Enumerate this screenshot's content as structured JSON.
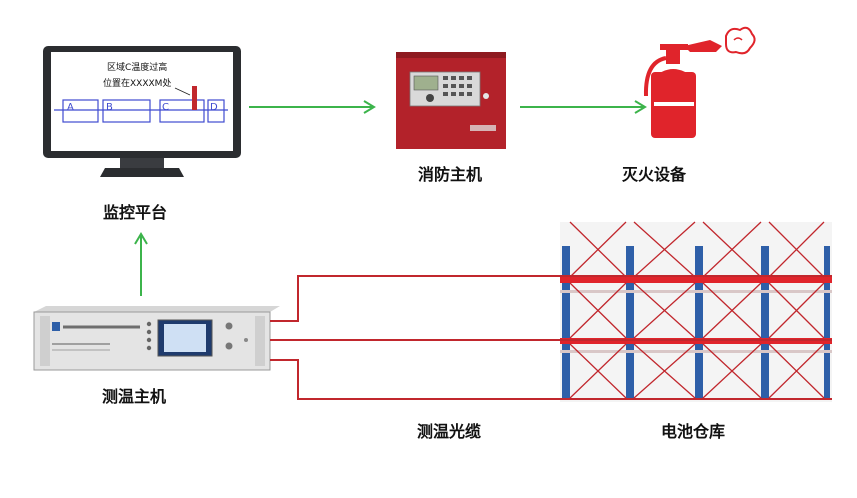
{
  "monitor": {
    "alarm_line1": "区域C温度过高",
    "alarm_line2": "位置在XXXXM处",
    "zones": [
      "A",
      "B",
      "C",
      "D"
    ],
    "label": "监控平台"
  },
  "fire_host": {
    "label": "消防主机"
  },
  "extinguisher": {
    "label": "灭火设备"
  },
  "temp_host": {
    "label": "测温主机"
  },
  "cable": {
    "label": "测温光缆"
  },
  "warehouse": {
    "label": "电池仓库"
  },
  "colors": {
    "arrow": "#3cb44b",
    "cable": "#c1272d",
    "shelf_post": "#2e5fa8",
    "fire_red": "#e0242b"
  },
  "icons": [
    "monitor-icon",
    "fire-alarm-panel-icon",
    "fire-extinguisher-icon",
    "temperature-host-icon",
    "battery-rack-icon"
  ]
}
